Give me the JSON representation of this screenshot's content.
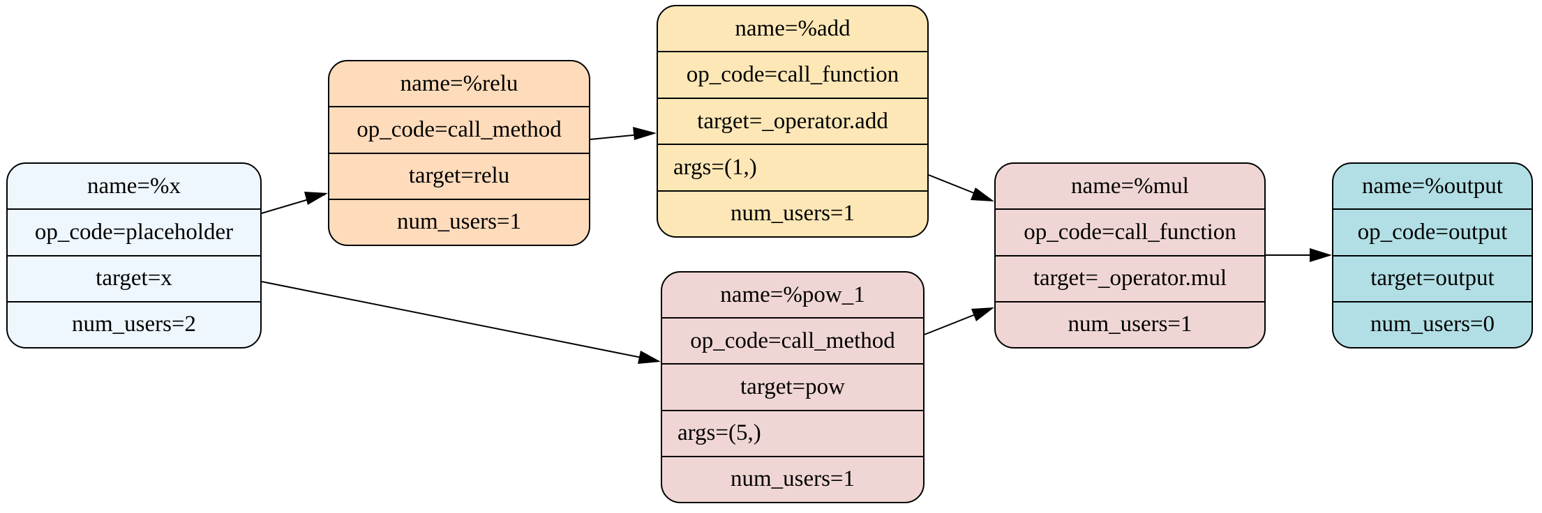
{
  "nodes": {
    "x": {
      "fields": [
        "name=%x",
        "op_code=placeholder",
        "target=x",
        "num_users=2"
      ],
      "color": "#eef6fe"
    },
    "relu": {
      "fields": [
        "name=%relu",
        "op_code=call_method",
        "target=relu",
        "num_users=1"
      ],
      "color": "#fedbba"
    },
    "add": {
      "fields": [
        "name=%add",
        "op_code=call_function",
        "target=_operator.add",
        "args=(1,)",
        "num_users=1"
      ],
      "color": "#fde7b6"
    },
    "pow_1": {
      "fields": [
        "name=%pow_1",
        "op_code=call_method",
        "target=pow",
        "args=(5,)",
        "num_users=1"
      ],
      "color": "#efd6d4"
    },
    "mul": {
      "fields": [
        "name=%mul",
        "op_code=call_function",
        "target=_operator.mul",
        "num_users=1"
      ],
      "color": "#efd6d4"
    },
    "output": {
      "fields": [
        "name=%output",
        "op_code=output",
        "target=output",
        "num_users=0"
      ],
      "color": "#b1dfe5"
    }
  },
  "edges": [
    {
      "from": "x",
      "to": "relu"
    },
    {
      "from": "relu",
      "to": "add"
    },
    {
      "from": "x",
      "to": "pow_1"
    },
    {
      "from": "add",
      "to": "mul"
    },
    {
      "from": "pow_1",
      "to": "mul"
    },
    {
      "from": "mul",
      "to": "output"
    }
  ]
}
